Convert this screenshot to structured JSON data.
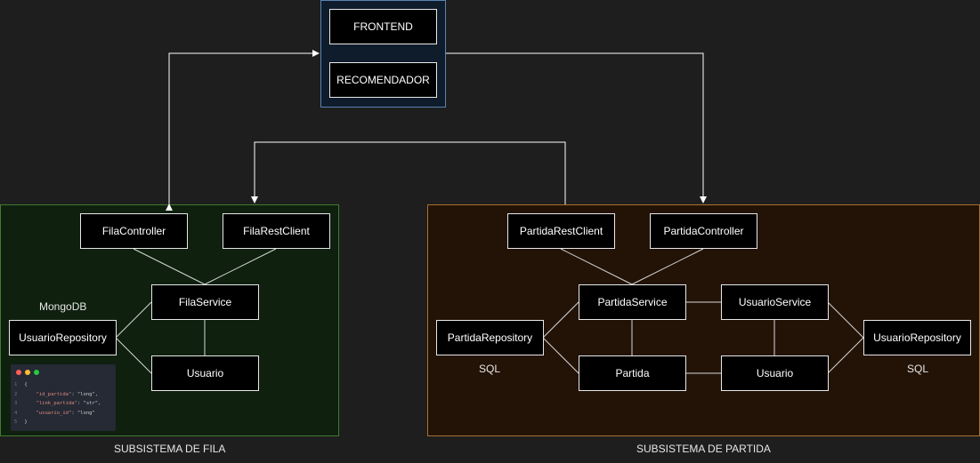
{
  "top_group": {
    "frontend": "FRONTEND",
    "recomendador": "RECOMENDADOR"
  },
  "fila_subsystem": {
    "title": "SUBSISTEMA DE FILA",
    "db_label": "MongoDB",
    "boxes": {
      "controller": "FilaController",
      "rest_client": "FilaRestClient",
      "service": "FilaService",
      "repository": "UsuarioRepository",
      "entity": "Usuario"
    },
    "code_snippet": {
      "line_numbers": [
        "1",
        "2",
        "3",
        "4",
        "5"
      ],
      "open": "{",
      "key1": "\"id_partida\"",
      "val1": ": \"long\",",
      "key2": "\"link_partida\"",
      "val2": ": \"str\",",
      "key3": "\"usuario_id\"",
      "val3": ": \"long\"",
      "close": "}"
    }
  },
  "partida_subsystem": {
    "title": "SUBSISTEMA DE PARTIDA",
    "db_label_left": "SQL",
    "db_label_right": "SQL",
    "boxes": {
      "rest_client": "PartidaRestClient",
      "controller": "PartidaController",
      "service": "PartidaService",
      "usuario_service": "UsuarioService",
      "partida_repository": "PartidaRepository",
      "usuario_repository": "UsuarioRepository",
      "partida": "Partida",
      "usuario": "Usuario"
    }
  }
}
